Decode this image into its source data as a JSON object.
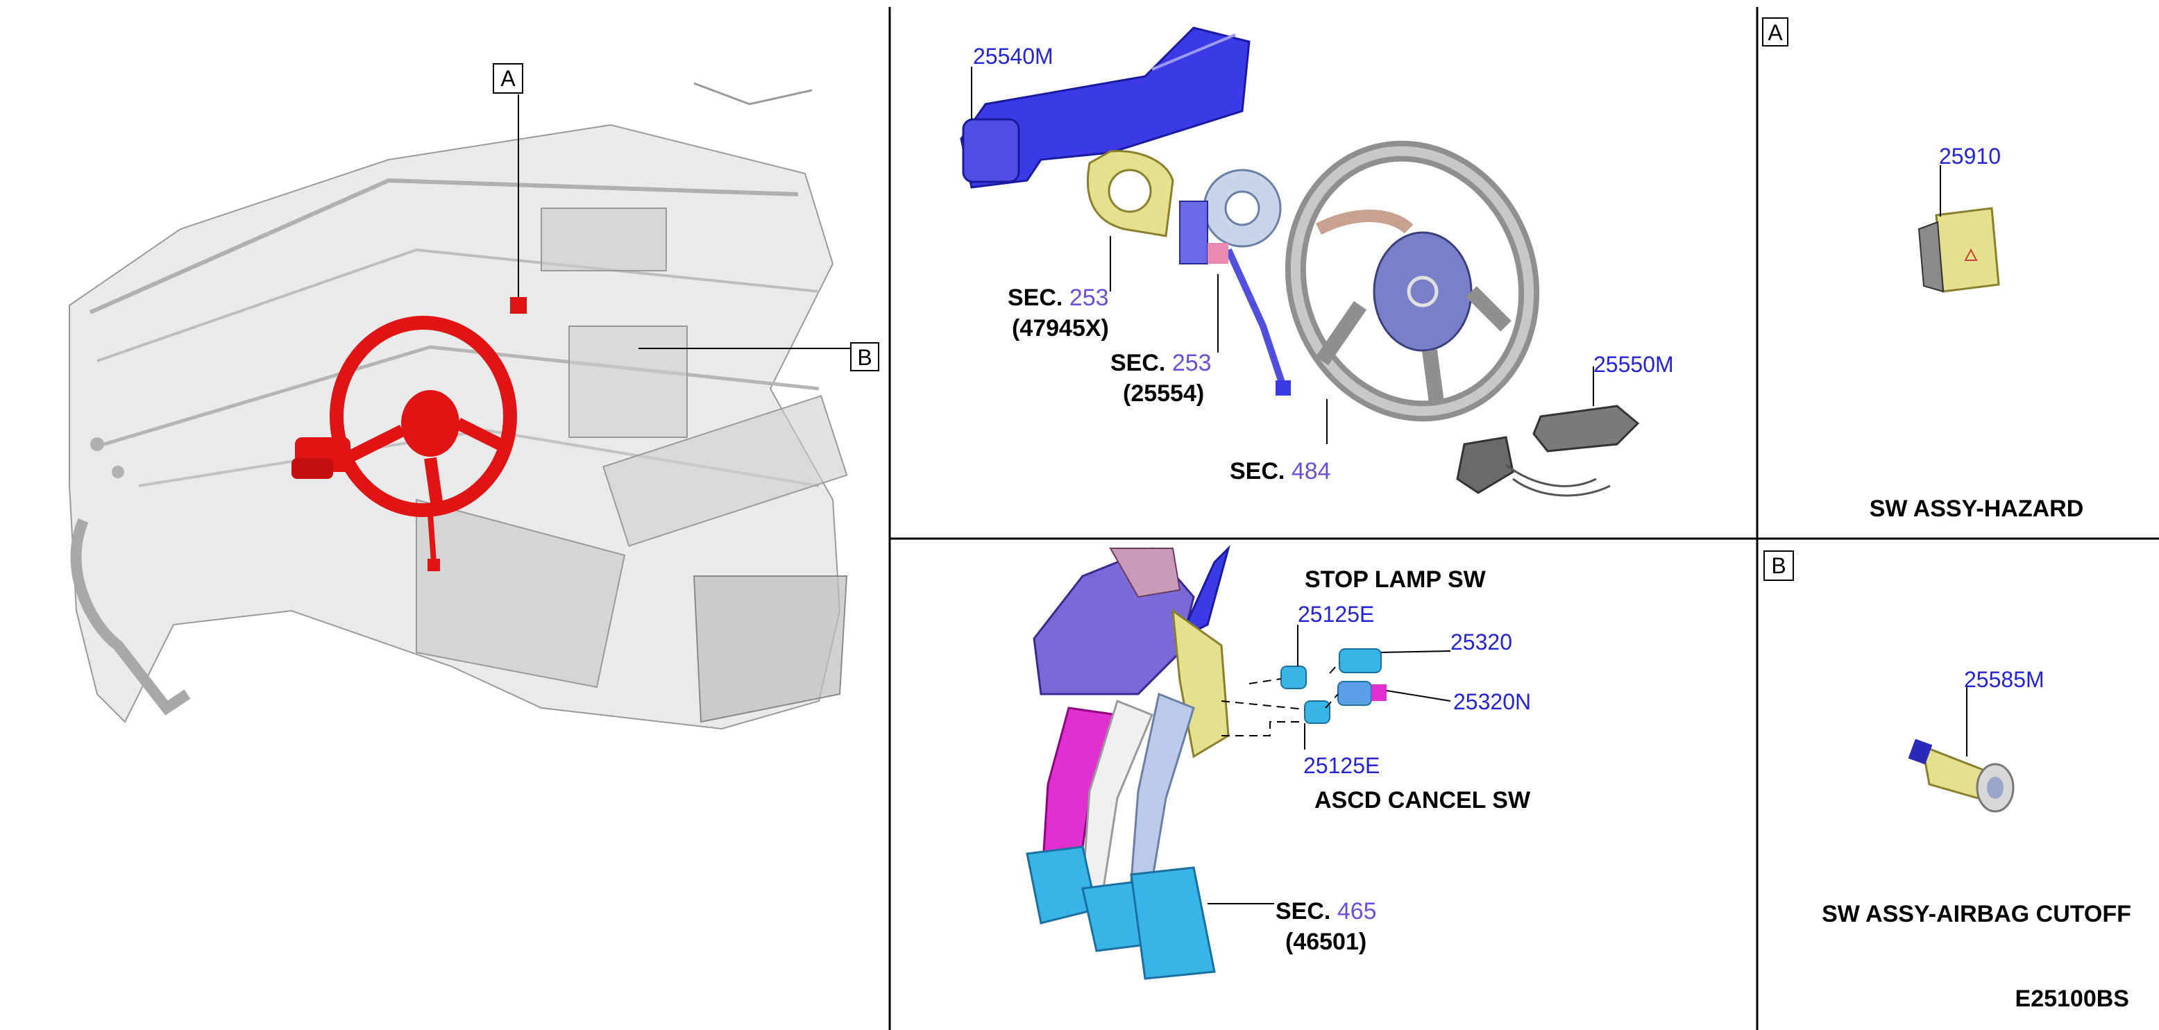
{
  "colors": {
    "part_number": "#2323d6",
    "section_number": "#6a4fd8",
    "highlight_red": "#e01414",
    "switch_blue": "#3a3ae6",
    "pedal_cyan": "#38b4e6",
    "pedal_magenta": "#e030d0",
    "connector_yellow": "#e6df8c",
    "ghost_gray": "#cfcfcf"
  },
  "overview": {
    "box_a": "A",
    "box_b": "B"
  },
  "steering": {
    "combination_switch": "25540M",
    "sec1_prefix": "SEC.",
    "sec1_num": "253",
    "sec1_sub": "(47945X)",
    "sec2_prefix": "SEC.",
    "sec2_num": "253",
    "sec2_sub": "(25554)",
    "wheel_switch": "25550M",
    "sec3_prefix": "SEC.",
    "sec3_num": "484"
  },
  "pedal": {
    "stop_lamp_title": "STOP LAMP SW",
    "part_25125e_top": "25125E",
    "part_25320": "25320",
    "part_25320n": "25320N",
    "part_25125e_bottom": "25125E",
    "ascd_title": "ASCD CANCEL SW",
    "sec_prefix": "SEC.",
    "sec_num": "465",
    "sec_sub": "(46501)"
  },
  "panel_a": {
    "box": "A",
    "part": "25910",
    "caption": "SW ASSY-HAZARD"
  },
  "panel_b": {
    "box": "B",
    "part": "25585M",
    "caption": "SW ASSY-AIRBAG CUTOFF"
  },
  "figure_code": "E25100BS"
}
